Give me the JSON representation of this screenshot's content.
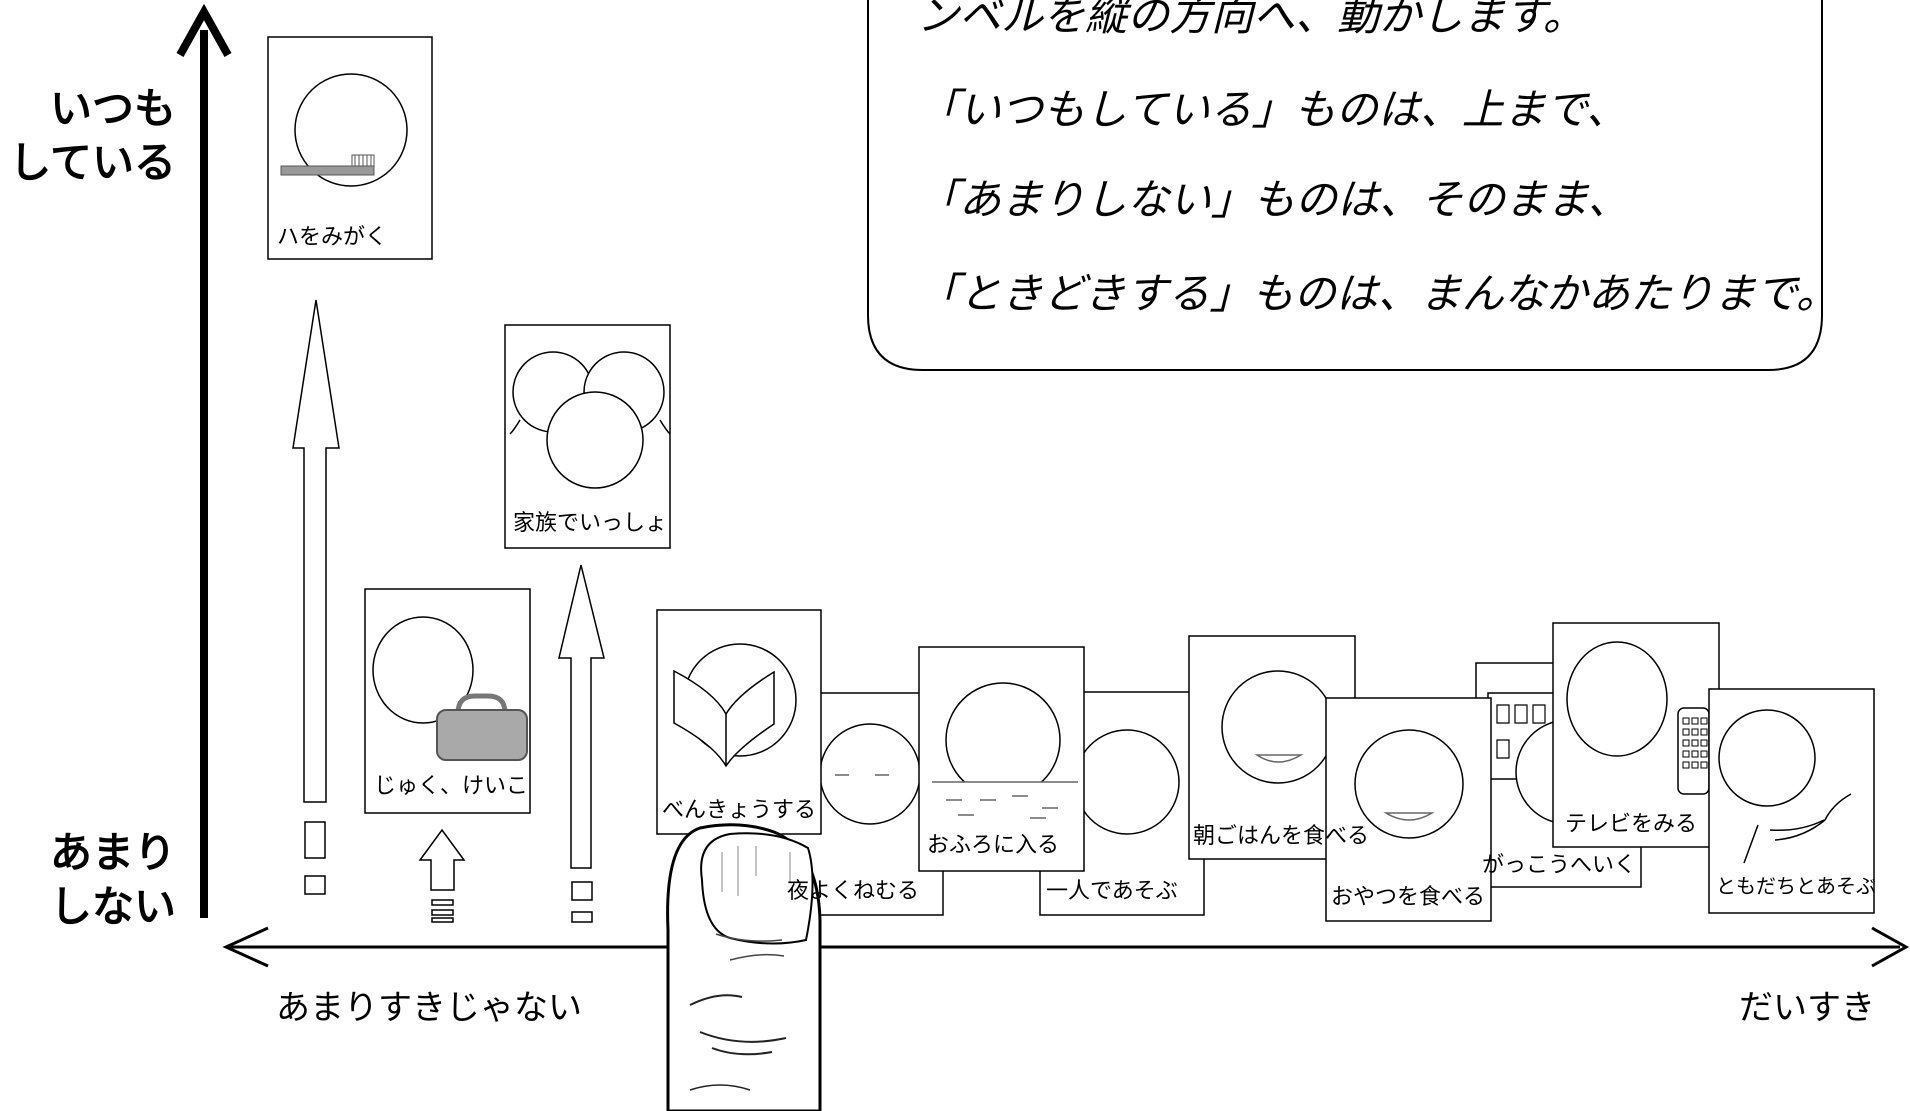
{
  "instructions": {
    "line1": "ンベルを縦の方向へ、動かします。",
    "line2": "「いつもしている」ものは、上まで、",
    "line3": "「あまりしない」ものは、そのまま、",
    "line4": "「ときどきする」ものは、まんなかあたりまで。"
  },
  "y_axis": {
    "top_label_1": "いつも",
    "top_label_2": "している",
    "bottom_label_1": "あまり",
    "bottom_label_2": "しない"
  },
  "x_axis": {
    "left_label": "あまりすきじゃない",
    "right_label": "だいすき"
  },
  "cards": {
    "brush_teeth": "ハをみがく",
    "family": "家族でいっしょ",
    "juku": "じゅく、けいこ",
    "study": "べんきょうする",
    "sleep": "夜よくねむる",
    "bath": "おふろに入る",
    "alone": "一人であそぶ",
    "breakfast": "朝ごはんを食べる",
    "snack": "おやつを食べる",
    "school": "がっこうへいく",
    "tv": "テレビをみる",
    "friends": "ともだちとあそぶ"
  }
}
